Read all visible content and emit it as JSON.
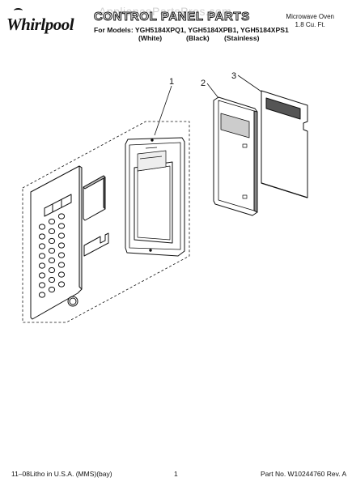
{
  "header": {
    "brand": "Whirlpool",
    "watermark": "AppliancePartsPros.com",
    "title": "CONTROL PANEL PARTS",
    "models_line": "For Models: YGH5184XPQ1, YGH5184XPB1, YGH5184XPS1",
    "variants": [
      "(White)",
      "(Black)",
      "(Stainless)"
    ],
    "product_type": "Microwave Oven",
    "capacity": "1.8 Cu. Ft."
  },
  "diagram": {
    "callouts": [
      "1",
      "2",
      "3"
    ]
  },
  "footer": {
    "litho": "11–08Litho in U.S.A. (MMS)(bay)",
    "page": "1",
    "part_no": "Part No. W10244760 Rev. A"
  }
}
